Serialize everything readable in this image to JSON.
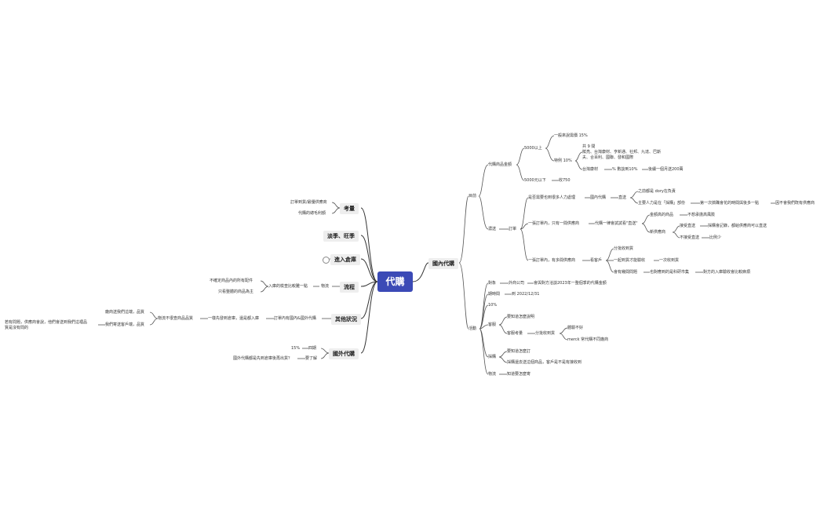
{
  "root": "代購",
  "domestic": {
    "title": "國內代購",
    "purpose": {
      "label": "目前",
      "amount": {
        "label": "代購商品金額",
        "over5000": {
          "label": "5000以上",
          "general": "一般來說需價 15%",
          "special": {
            "label": "特例 10%",
            "rows": [
              "共 9 間",
              "賦亮、台灣康材、亨新通、社邦、九達、巴斯",
              "夫、合百利、國聯、發和國際"
            ],
            "taiwan_label": "台灣康材",
            "taiwan_detail": "% 數談到10%",
            "taiwan_note": "後續一個月送200萬"
          }
        },
        "under5000": {
          "label": "5000元以下",
          "detail": "收750"
        }
      }
    },
    "ordering": {
      "label": "濃送",
      "order_label": "訂單",
      "pre_branch": "是否需要也到很多人力處理",
      "domestic_purchase": "國內代購",
      "direct": "直送",
      "dory_note": "之前都是 dory在負責",
      "main_note": "主要人力是在「採購」部份",
      "first_note": "第一次搞職會花的時間與後多一點",
      "after_note": "因不會我們既有供應商",
      "one_vendor": "一張訂單內，只有一間供應商",
      "one_vendor_note": "代購一律會試試看\"直送\"",
      "price_goods": "金額高的商品",
      "no_risk": "不想承擔高風險",
      "new_vendor": "新供應商",
      "submit_direct": "接受直送",
      "submit_direct_note": "採購會記錄，都給供應商可以直送",
      "no_direct": "不接受直送",
      "ratio": "比例少",
      "multi_vendor": "一張訂單內，有多間供應商",
      "see_customer": "看客戶",
      "split_ship": "分批收到貨",
      "together": "一起到貨才能驗收",
      "once": "一次收到貨",
      "overseas_issue": "會有幾間問題",
      "tech_note": "也對應到的是科研市集",
      "counter_note": "對方的入庫驗收會比較麻煩"
    },
    "activity": {
      "label": "活動",
      "target": "對象",
      "outside": "外商公司",
      "outside_note": "會與對方洽談2023年一整個季的代購金額",
      "period_label": "期時間",
      "period": "到 2022/12/31",
      "percent": "10%",
      "customers": {
        "label": "客服",
        "know": "要知道怎麼說明",
        "consider": "客服考量",
        "split": "分批收到貨",
        "bad": "體驗不好",
        "merck": "merck 常代購不同廠商"
      },
      "purchasing": {
        "label": "採購",
        "how": "要知道怎麼訂",
        "check": "採購還去送這個商品，客戶是不是有接收到"
      },
      "warehouse": {
        "label": "物流",
        "detail": "知道要怎麼寄"
      }
    }
  },
  "left": {
    "consider": {
      "title": "考量",
      "a": "訂單到貨/最優供應商",
      "b": "代購的總毛利額"
    },
    "season": {
      "title": "淡季、旺季"
    },
    "warehouse": {
      "title": "進入倉庫"
    },
    "process": {
      "title": "流程",
      "branch": "物流",
      "mid": "入庫的檢查比較難一點",
      "a": "不確定商品內的所有配件",
      "b": "只看整體的商品為主"
    },
    "other": {
      "title": "其他狀況",
      "branch": "訂單內有國內&國外代購",
      "mid": "一樣先發到倉庫，還是都入庫",
      "sub": "物流不很查商品品質",
      "a": "廠商送我們這端，品質",
      "b": "我們寄送客戶端，品質",
      "c1": "若有問題，供應商會說，他們會送到我們這裡品",
      "c2": "質是沒有問的"
    },
    "overseas": {
      "title": "國外代購",
      "a": "四期",
      "a_pct": "15%",
      "b": "要了解",
      "b_note": "國外代購都是先到倉庫後再出貨？"
    }
  }
}
